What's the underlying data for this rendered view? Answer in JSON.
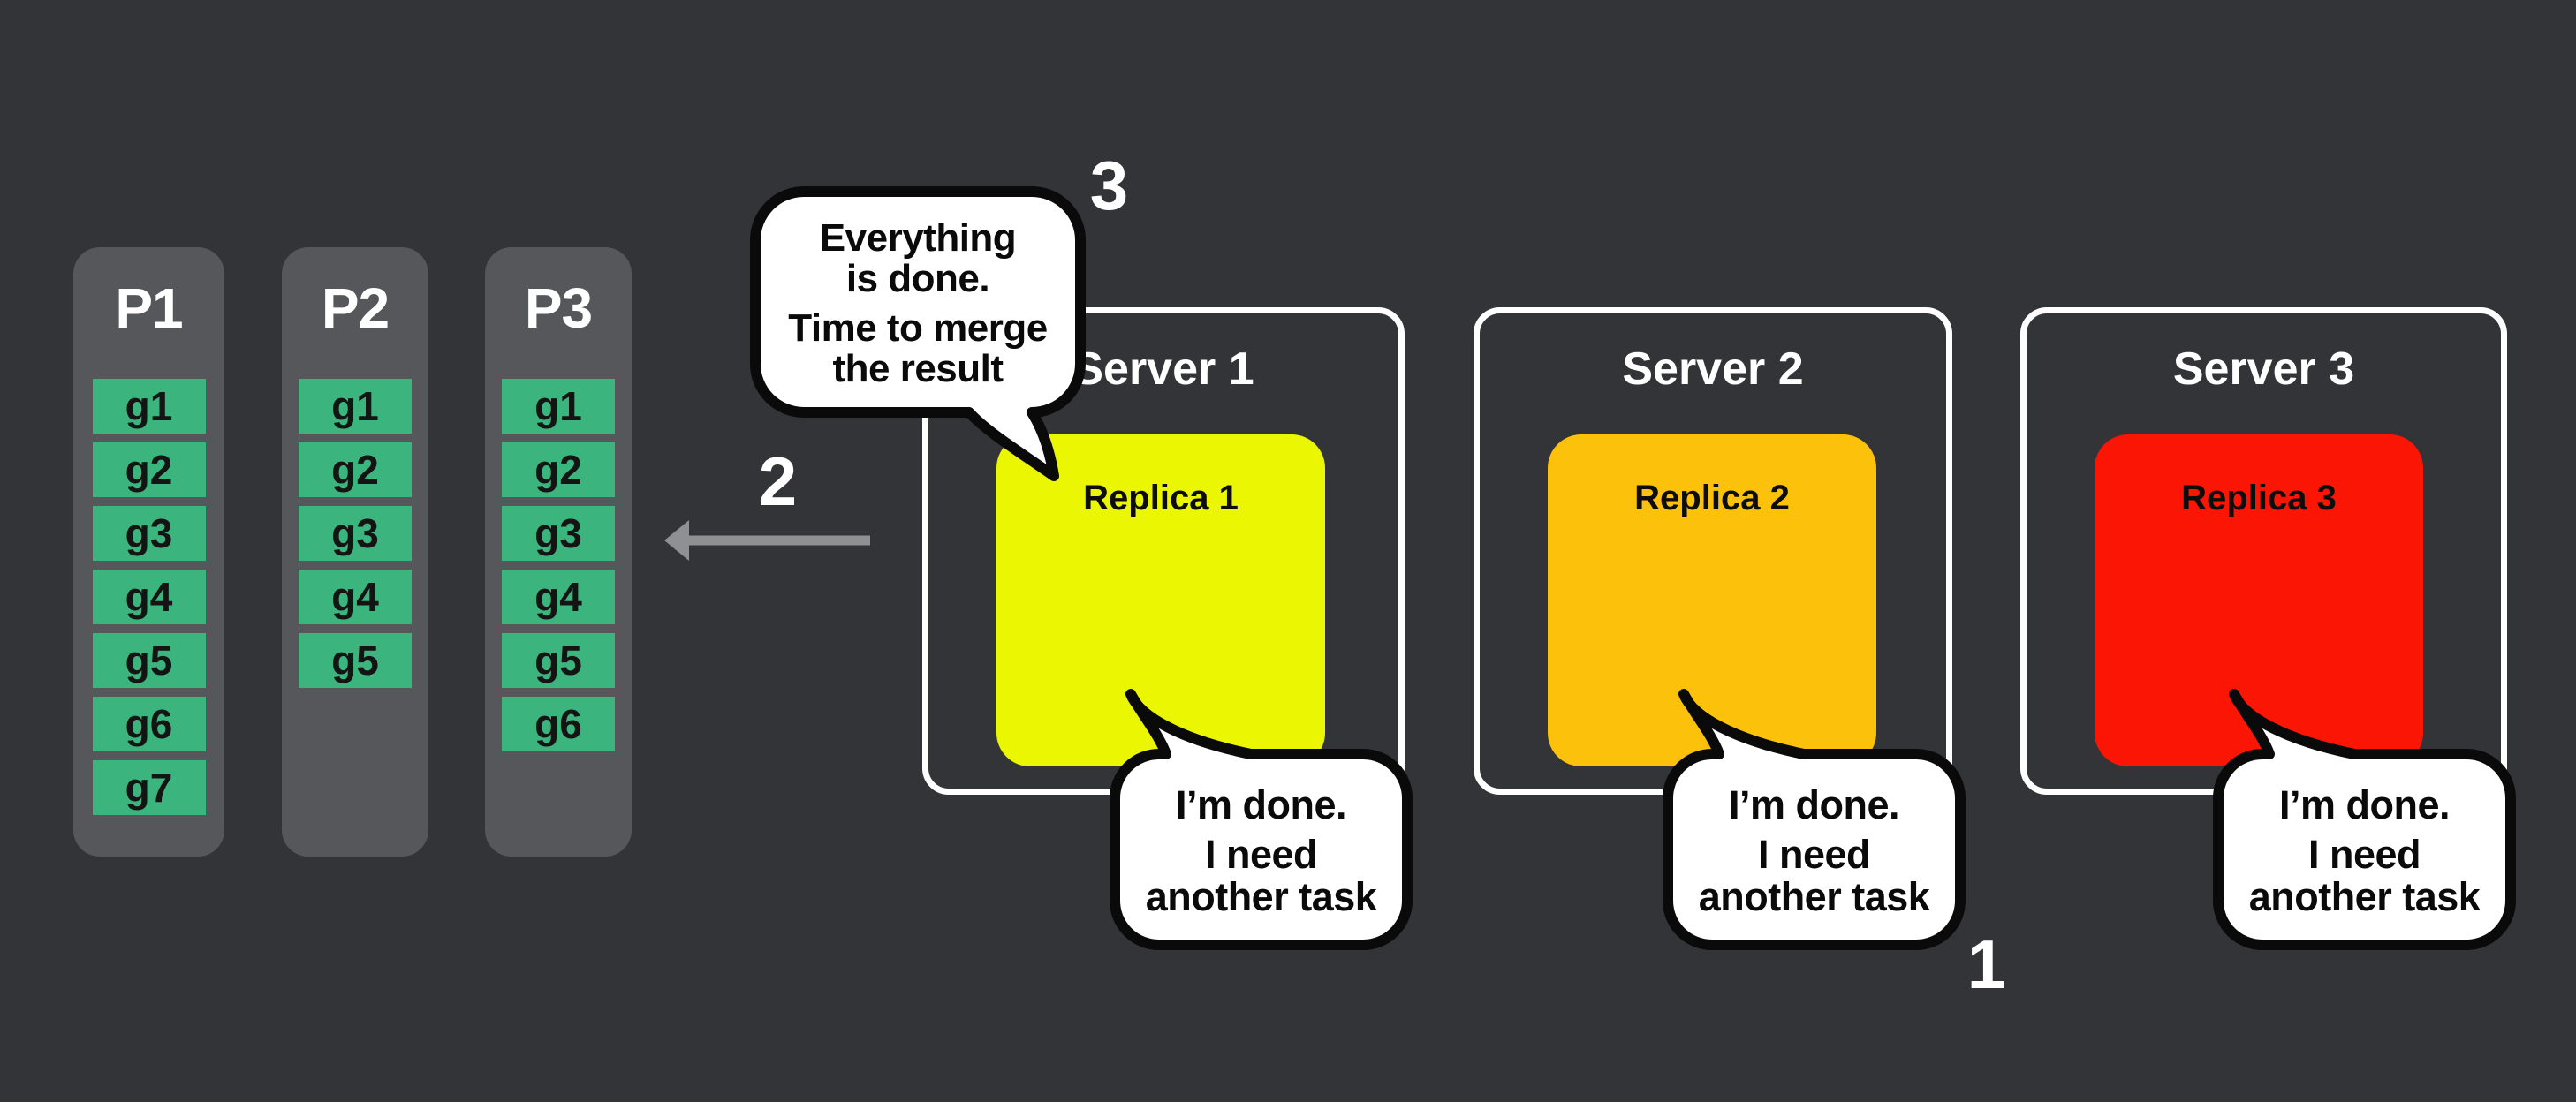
{
  "colors": {
    "background": "#333438",
    "partition_panel": "#56575b",
    "task_cell": "#3bb47d",
    "task_cell_text": "#141414",
    "server_border": "#ffffff",
    "server_label_text": "#ffffff",
    "bubble_fill": "#ffffff",
    "bubble_border": "#0a0a0a",
    "arrow": "#8f9092",
    "step_text": "#ffffff",
    "replica1": "#eaf602",
    "replica2": "#fcc10a",
    "replica3": "#fb1505"
  },
  "partitions": [
    {
      "label": "P1",
      "tasks": [
        "g1",
        "g2",
        "g3",
        "g4",
        "g5",
        "g6",
        "g7"
      ]
    },
    {
      "label": "P2",
      "tasks": [
        "g1",
        "g2",
        "g3",
        "g4",
        "g5"
      ]
    },
    {
      "label": "P3",
      "tasks": [
        "g1",
        "g2",
        "g3",
        "g4",
        "g5",
        "g6"
      ]
    }
  ],
  "servers": [
    {
      "label": "Server 1",
      "replica_label": "Replica 1",
      "replica_color": "#eaf602"
    },
    {
      "label": "Server 2",
      "replica_label": "Replica 2",
      "replica_color": "#fcc10a"
    },
    {
      "label": "Server 3",
      "replica_label": "Replica 3",
      "replica_color": "#fb1505"
    }
  ],
  "steps": {
    "step1": "1",
    "step2": "2",
    "step3": "3"
  },
  "bubbles": {
    "merge": {
      "lines": [
        "Everything",
        "is done.",
        "Time to merge",
        "the result"
      ]
    },
    "done": {
      "lines": [
        "I’m done.",
        "I need",
        "another task"
      ]
    }
  },
  "icons": {
    "arrow": "arrow-left"
  }
}
